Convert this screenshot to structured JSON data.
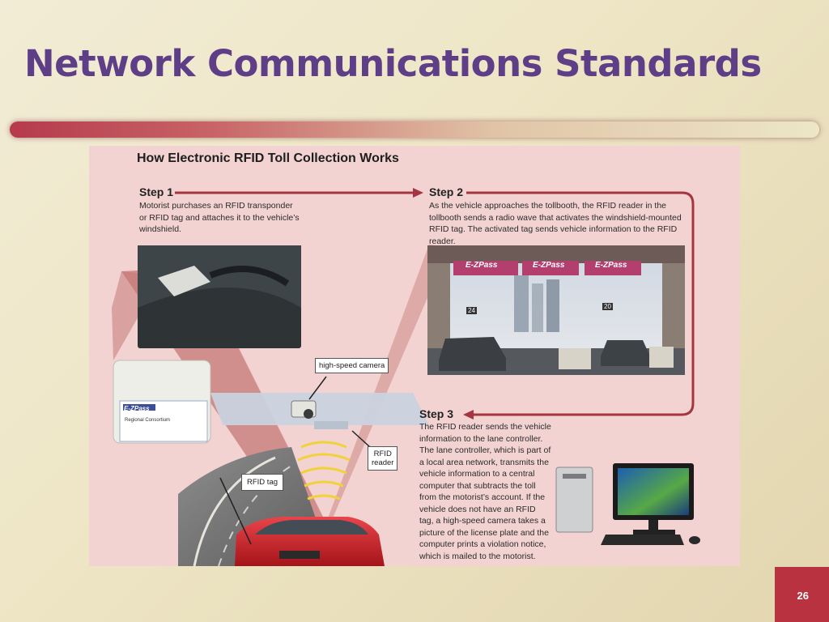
{
  "slide": {
    "title": "Network Communications Standards",
    "page_number": "26"
  },
  "figure": {
    "heading": "How Electronic RFID Toll Collection Works",
    "steps": [
      {
        "label": "Step 1",
        "text": "Motorist purchases an RFID transponder or RFID tag and attaches it to the vehicle’s windshield."
      },
      {
        "label": "Step 2",
        "text": "As the vehicle approaches the tollbooth, the RFID reader in the tollbooth sends a radio wave that activates the windshield-mounted RFID tag. The activated tag sends vehicle information to the RFID reader."
      },
      {
        "label": "Step 3",
        "text": "The RFID reader sends the vehicle information to the lane controller. The lane controller, which is part of a local area network, transmits the vehicle information to a central computer that subtracts the toll from the motorist’s account. If the vehicle does not have an RFID tag, a high-speed camera takes a picture of the license plate and the computer prints a violation notice, which is mailed to the motorist."
      }
    ],
    "callouts": {
      "camera": "high-speed camera",
      "reader_line1": "RFID",
      "reader_line2": "reader",
      "tag": "RFID tag"
    },
    "photo_text": {
      "ezpass": "E-ZPass",
      "tag_card_issuer": "Regional Consortium",
      "lane_number_left": "24",
      "lane_number_right": "20"
    },
    "colors": {
      "panel_bg": "#f2d3d2",
      "arrow": "#a5353f",
      "beam": "#c47876",
      "title_purple": "#5e3e86",
      "page_box": "#b8323f"
    }
  }
}
